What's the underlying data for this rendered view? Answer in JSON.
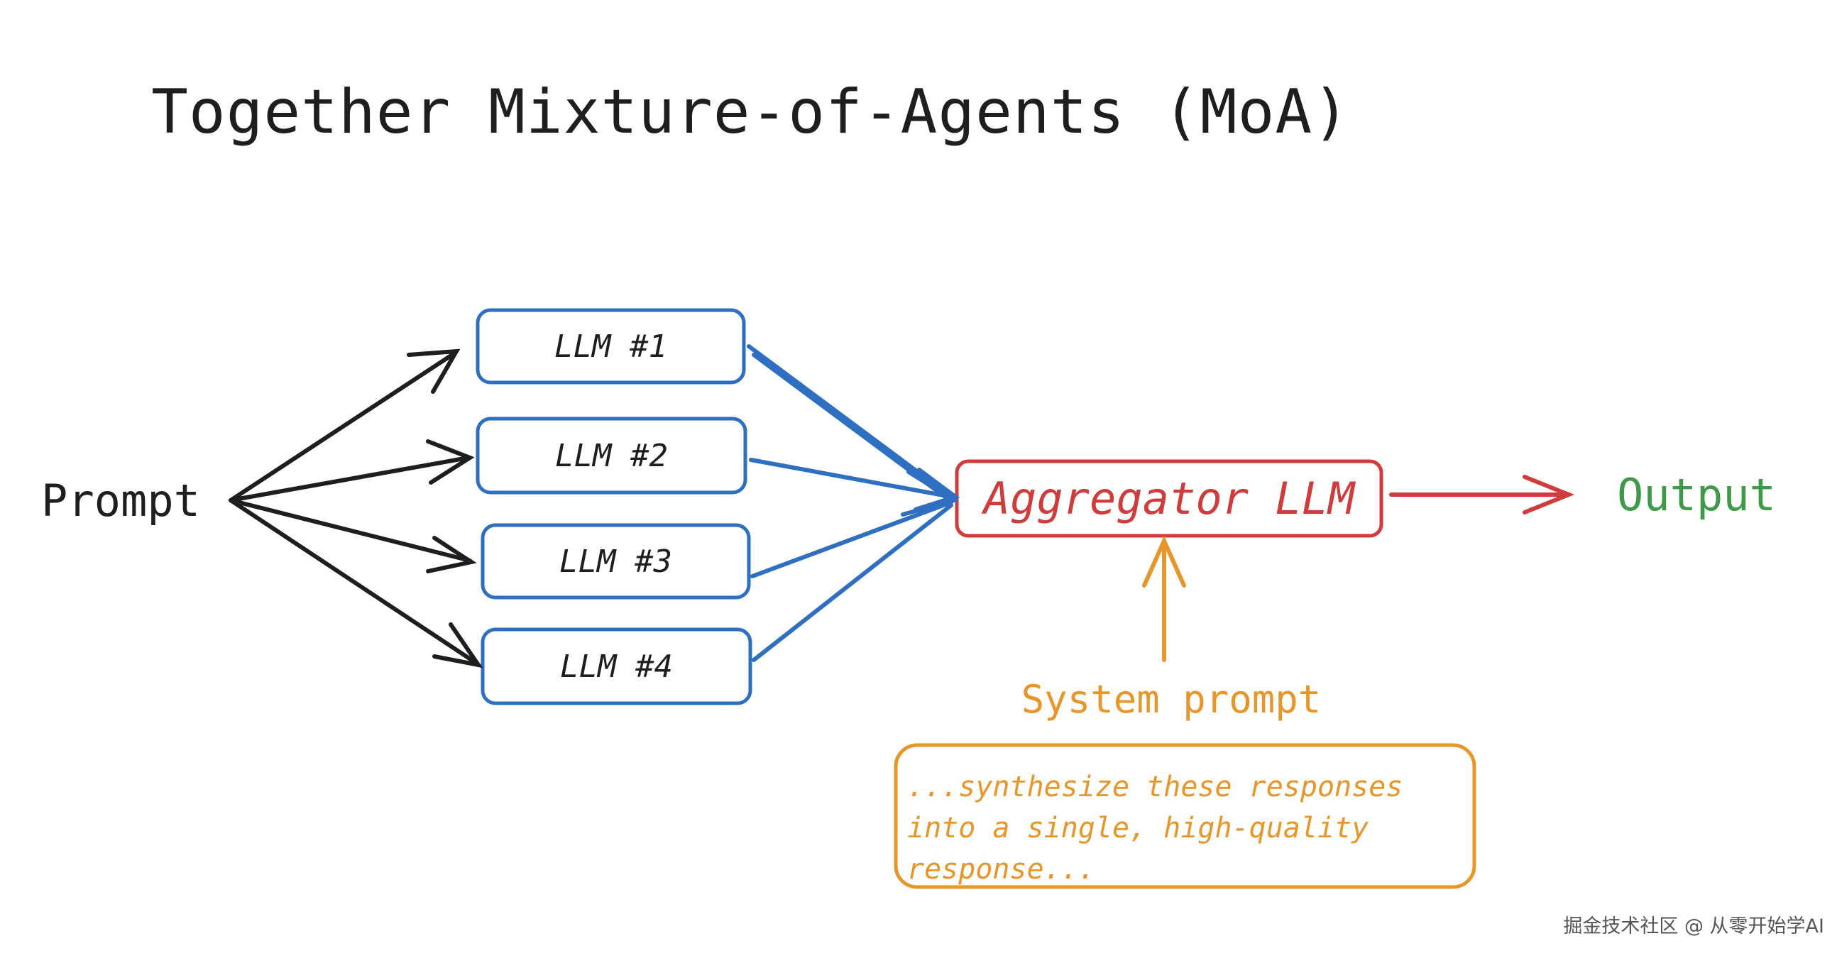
{
  "diagram": {
    "title": "Together Mixture-of-Agents (MoA)",
    "input_label": "Prompt",
    "llm_nodes": [
      {
        "label": "LLM #1"
      },
      {
        "label": "LLM #2"
      },
      {
        "label": "LLM #3"
      },
      {
        "label": "LLM #4"
      }
    ],
    "aggregator_label": "Aggregator LLM",
    "output_label": "Output",
    "system_prompt_label": "System prompt",
    "system_prompt_text": "...synthesize these responses into a single, high-quality response..."
  },
  "footer": {
    "watermark": "掘金技术社区 @ 从零开始学AI"
  },
  "colors": {
    "ink": "#1e1e1e",
    "llm_blue": "#2f6fc2",
    "aggregator_red": "#d03c3c",
    "output_green": "#3f9a47",
    "system_orange": "#e7962a"
  }
}
